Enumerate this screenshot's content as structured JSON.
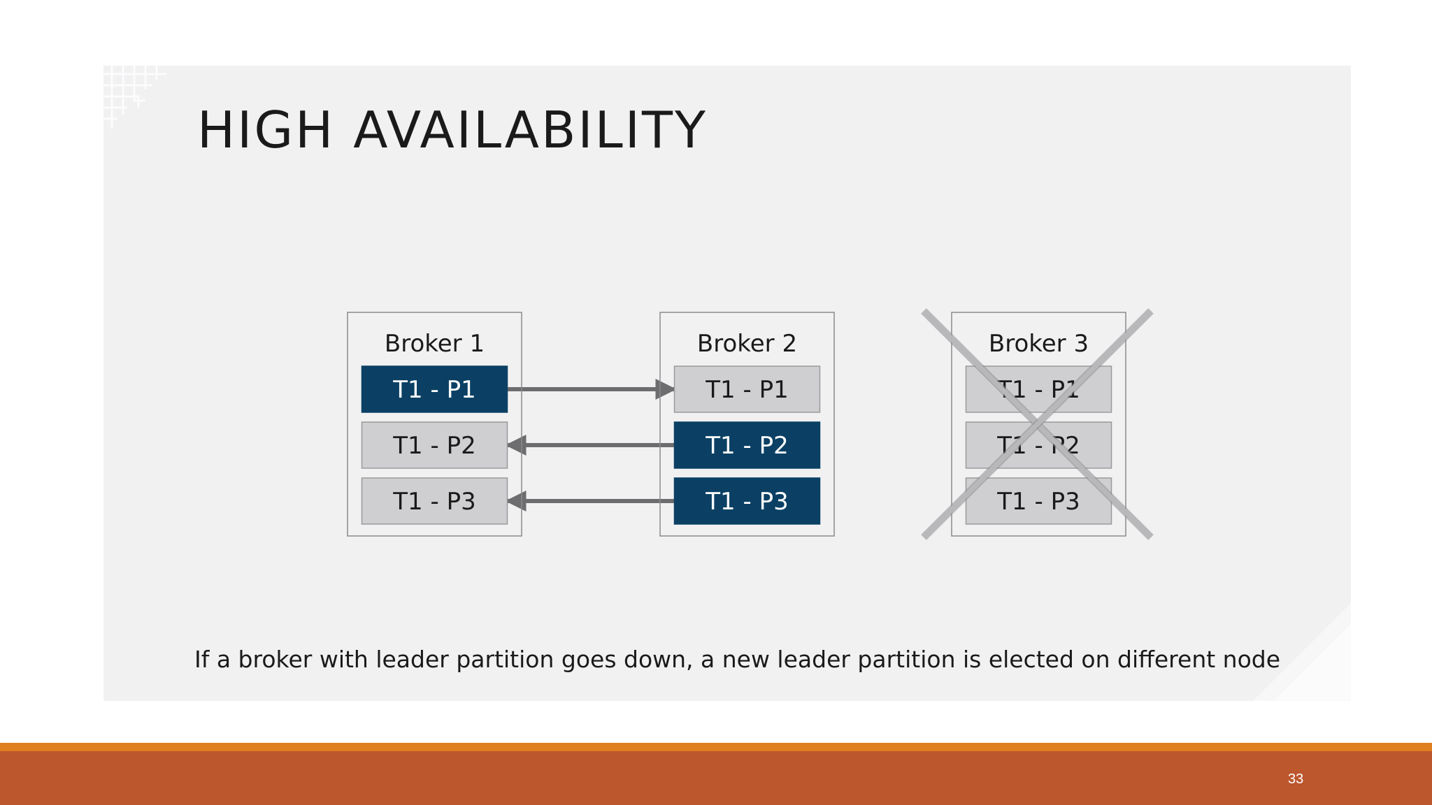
{
  "slide": {
    "title": "HIGH AVAILABILITY",
    "caption": "If a broker with leader partition goes down, a new leader partition is elected on different node",
    "page_number": "33"
  },
  "colors": {
    "panel_background": "#f1f1f2",
    "leader_partition": "#0b4064",
    "follower_partition": "#cfcfd1",
    "arrow": "#6d6d6f",
    "cross": "#b8b8ba",
    "footer_stripe": "#e07f1f",
    "footer_band": "#bc562d"
  },
  "diagram": {
    "brokers": [
      {
        "label": "Broker 1",
        "failed": false,
        "partitions": [
          {
            "label": "T1 - P1",
            "role": "leader"
          },
          {
            "label": "T1 - P2",
            "role": "follower"
          },
          {
            "label": "T1 - P3",
            "role": "follower"
          }
        ]
      },
      {
        "label": "Broker 2",
        "failed": false,
        "partitions": [
          {
            "label": "T1 - P1",
            "role": "follower"
          },
          {
            "label": "T1 - P2",
            "role": "leader"
          },
          {
            "label": "T1 - P3",
            "role": "leader"
          }
        ]
      },
      {
        "label": "Broker 3",
        "failed": true,
        "partitions": [
          {
            "label": "T1 - P1",
            "role": "follower"
          },
          {
            "label": "T1 - P2",
            "role": "follower"
          },
          {
            "label": "T1 - P3",
            "role": "follower"
          }
        ]
      }
    ],
    "replication_arrows": [
      {
        "from_broker": 0,
        "to_broker": 1,
        "partition_index": 0
      },
      {
        "from_broker": 1,
        "to_broker": 0,
        "partition_index": 1
      },
      {
        "from_broker": 1,
        "to_broker": 0,
        "partition_index": 2
      }
    ]
  }
}
